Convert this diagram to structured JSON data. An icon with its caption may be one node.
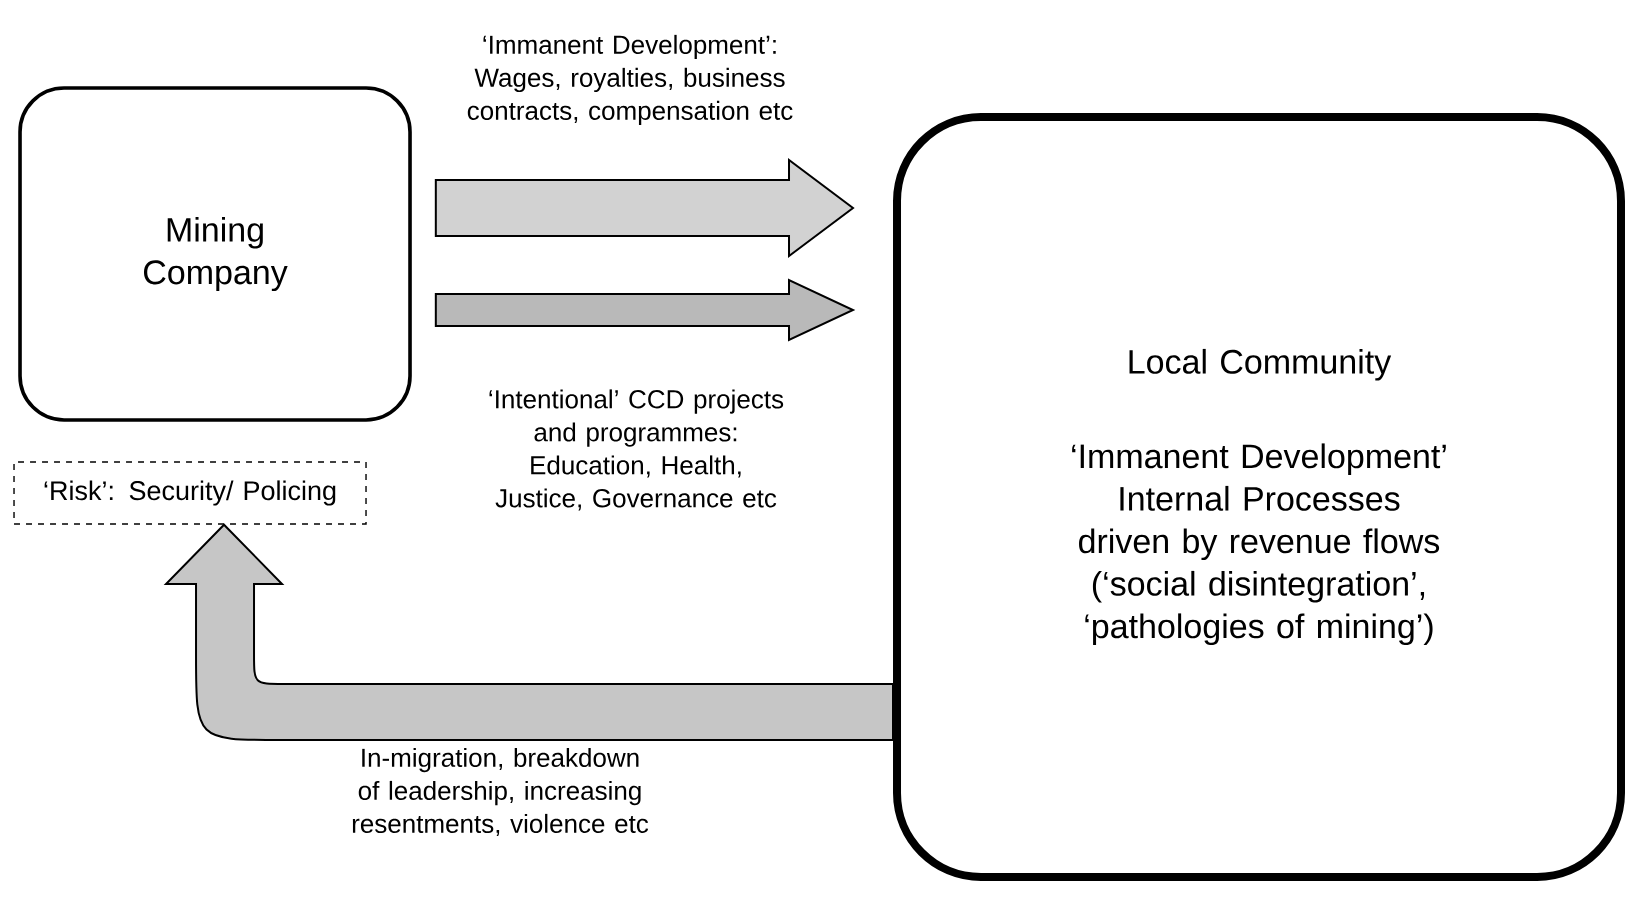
{
  "diagram": {
    "nodes": [
      {
        "text": [
          "Mining Company"
        ]
      },
      {
        "text": [
          "Local Community",
          "‘Immanent Development’ Internal Processes driven by revenue flows (‘social disintegration’, ‘pathologies of mining’)"
        ]
      },
      {
        "text": [
          "‘Risk’: Security/ Policing"
        ]
      }
    ],
    "edges": [
      {
        "from": 0,
        "to": 1,
        "arrow": "to",
        "label": "‘Immanent Development’: Wages, royalties, business contracts, compensation etc"
      },
      {
        "from": 0,
        "to": 1,
        "arrow": "to",
        "label": "‘Intentional’ CCD projects and programmes: Education, Health, Justice, Governance etc"
      },
      {
        "from": 1,
        "to": 2,
        "arrow": "to",
        "label": "In-migration, breakdown of leadership, increasing resentments, violence etc"
      }
    ]
  }
}
